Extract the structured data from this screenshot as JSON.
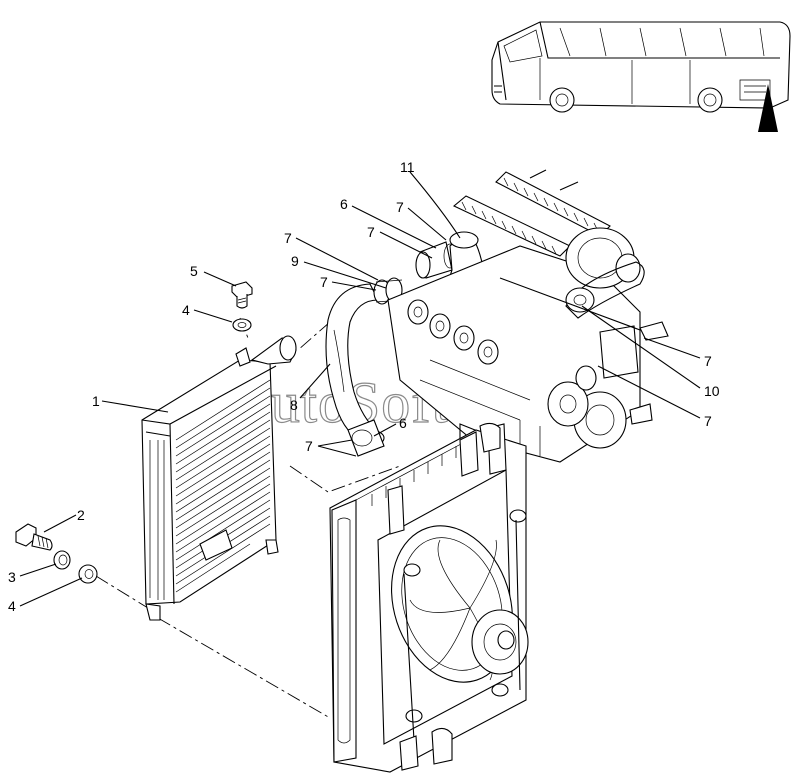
{
  "watermark": "AutoSoft",
  "callouts": [
    {
      "id": "c1",
      "label": "1"
    },
    {
      "id": "c2",
      "label": "2"
    },
    {
      "id": "c3",
      "label": "3"
    },
    {
      "id": "c4a",
      "label": "4"
    },
    {
      "id": "c4b",
      "label": "4"
    },
    {
      "id": "c5",
      "label": "5"
    },
    {
      "id": "c6a",
      "label": "6"
    },
    {
      "id": "c6b",
      "label": "6"
    },
    {
      "id": "c7a",
      "label": "7"
    },
    {
      "id": "c7b",
      "label": "7"
    },
    {
      "id": "c7c",
      "label": "7"
    },
    {
      "id": "c7d",
      "label": "7"
    },
    {
      "id": "c7e",
      "label": "7"
    },
    {
      "id": "c7f",
      "label": "7"
    },
    {
      "id": "c7g",
      "label": "7"
    },
    {
      "id": "c8",
      "label": "8"
    },
    {
      "id": "c9",
      "label": "9"
    },
    {
      "id": "c10",
      "label": "10"
    },
    {
      "id": "c11",
      "label": "11"
    }
  ]
}
